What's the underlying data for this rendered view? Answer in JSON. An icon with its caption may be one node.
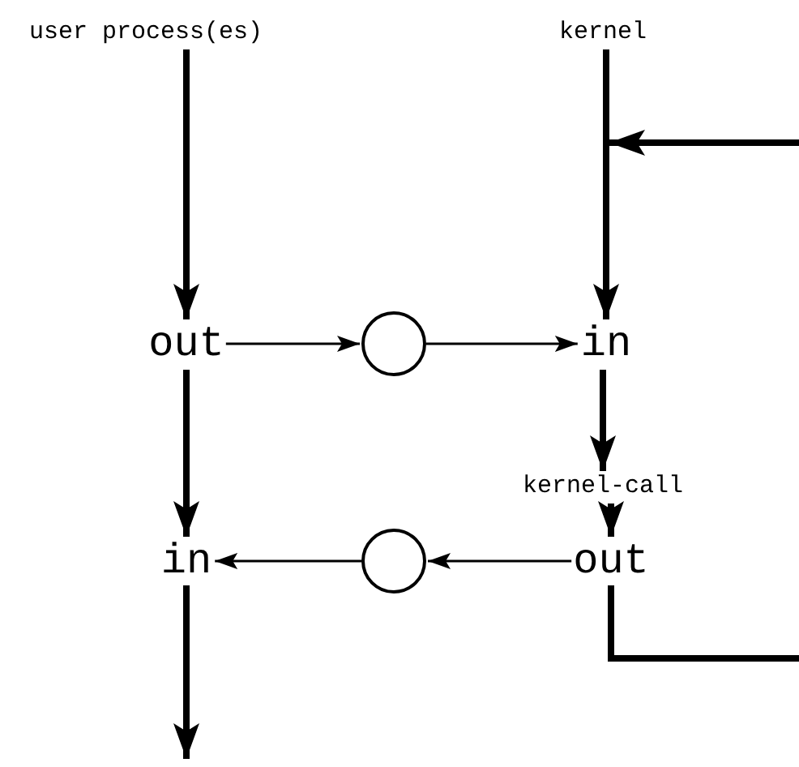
{
  "diagram": {
    "nodes": [
      {
        "text": [
          "user process(es)"
        ]
      },
      {
        "text": [
          "kernel"
        ]
      },
      {
        "text": [
          "out"
        ]
      },
      {
        "text": [],
        "shape": "circle"
      },
      {
        "text": [
          "in"
        ]
      },
      {
        "text": [
          "kernel-call"
        ]
      },
      {
        "text": [
          "in"
        ]
      },
      {
        "text": [],
        "shape": "circle"
      },
      {
        "text": [
          "out"
        ]
      }
    ],
    "edges": [
      {
        "from": 0,
        "to": 2,
        "arrow": "to"
      },
      {
        "from": 1,
        "to": 4,
        "arrow": "to"
      },
      {
        "from": null,
        "to": 4,
        "arrow": "to"
      },
      {
        "from": 2,
        "to": 3,
        "arrow": "to"
      },
      {
        "from": 3,
        "to": 4,
        "arrow": "to"
      },
      {
        "from": 4,
        "to": 5,
        "arrow": "to"
      },
      {
        "from": 5,
        "to": 8,
        "arrow": "to"
      },
      {
        "from": 8,
        "to": 7,
        "arrow": "to"
      },
      {
        "from": 7,
        "to": 6,
        "arrow": "to"
      },
      {
        "from": 2,
        "to": 6,
        "arrow": "to"
      },
      {
        "from": 6,
        "to": null,
        "arrow": "to"
      },
      {
        "from": 8,
        "to": null,
        "arrow": "none"
      }
    ]
  }
}
